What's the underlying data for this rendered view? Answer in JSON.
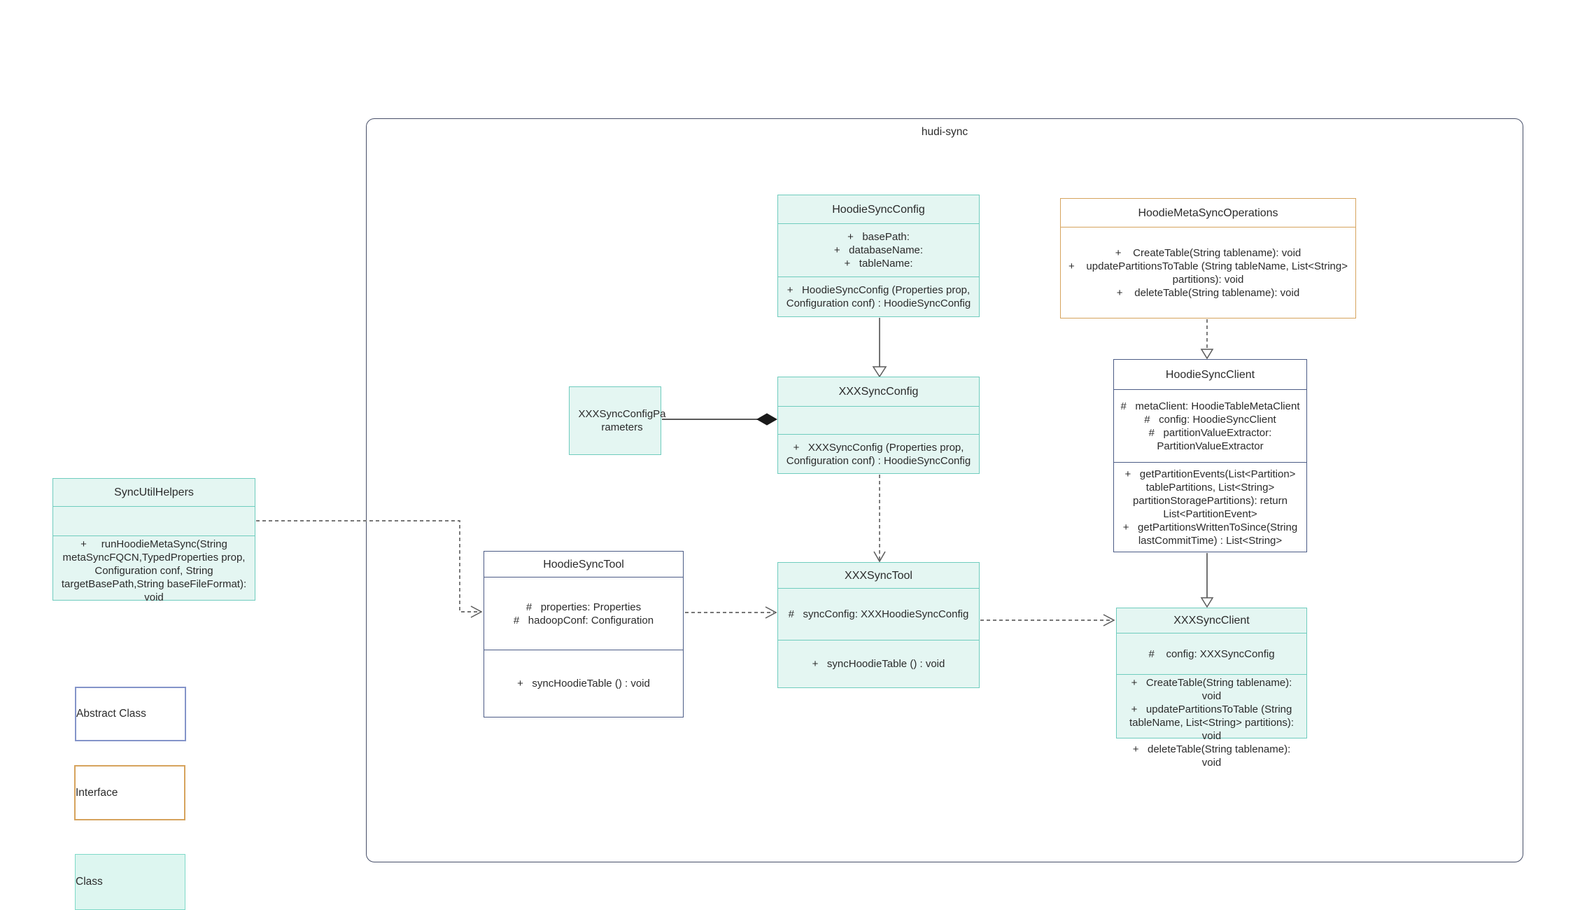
{
  "diagram": {
    "container_label": "hudi-sync",
    "colors": {
      "class_fill": "#e4f6f2",
      "class_border": "#6fccbe",
      "abstract_border": "#4c5c86",
      "interface_border": "#d6a35d",
      "legend_abstract_border": "#8494c9",
      "container_border": "#474f68",
      "dashed_line": "#767676",
      "solid_line": "#5a5a5a"
    },
    "classes": {
      "hoodieSyncConfig": {
        "title": "HoodieSyncConfig",
        "attr0": "+   basePath:",
        "attr1": "+   databaseName:",
        "attr2": "+   tableName:",
        "method0": "+   HoodieSyncConfig (Properties prop, Configuration conf) : HoodieSyncConfig"
      },
      "hoodieMetaSyncOperations": {
        "title": "HoodieMetaSyncOperations",
        "method0": "+    CreateTable(String tablename): void",
        "method1": "+    updatePartitionsToTable (String tableName, List<String> partitions): void",
        "method2": "+    deleteTable(String tablename): void"
      },
      "xxxSyncConfigParameters": {
        "title": "XXXSyncConfigParameters"
      },
      "xxxSyncConfig": {
        "title": "XXXSyncConfig",
        "method0": "+   XXXSyncConfig (Properties prop, Configuration conf) : HoodieSyncConfig"
      },
      "hoodieSyncClient": {
        "title": "HoodieSyncClient",
        "attr0": "#   metaClient: HoodieTableMetaClient",
        "attr1": "#   config: HoodieSyncClient",
        "attr2": "#   partitionValueExtractor: PartitionValueExtractor",
        "method0": "+   getPartitionEvents(List<Partition> tablePartitions, List<String> partitionStoragePartitions): return List<PartitionEvent>",
        "method1": "+   getPartitionsWrittenToSince(String lastCommitTime) : List<String>"
      },
      "syncUtilHelpers": {
        "title": "SyncUtilHelpers",
        "method0": "+     runHoodieMetaSync(String metaSyncFQCN,TypedProperties prop, Configuration conf, String targetBasePath,String baseFileFormat): void"
      },
      "hoodieSyncTool": {
        "title": "HoodieSyncTool",
        "attr0": "#   properties: Properties",
        "attr1": "#   hadoopConf: Configuration",
        "method0": "+   syncHoodieTable () : void"
      },
      "xxxSyncTool": {
        "title": "XXXSyncTool",
        "attr0": "#   syncConfig: XXXHoodieSyncConfig",
        "method0": "+   syncHoodieTable () : void"
      },
      "xxxSyncClient": {
        "title": "XXXSyncClient",
        "attr0": "#    config: XXXSyncConfig",
        "method0": "+   CreateTable(String tablename): void",
        "method1": "+   updatePartitionsToTable (String tableName, List<String> partitions): void",
        "method2": "+   deleteTable(String tablename): void"
      }
    },
    "legend": {
      "abstract": "Abstract Class",
      "interface": "Interface",
      "class": "Class"
    },
    "relations": [
      {
        "from": "HoodieSyncConfig",
        "to": "XXXSyncConfig",
        "type": "generalization-solid-hollow-triangle"
      },
      {
        "from": "HoodieMetaSyncOperations",
        "to": "HoodieSyncClient",
        "type": "realization-dashed-hollow-triangle"
      },
      {
        "from": "XXXSyncConfig",
        "to": "XXXSyncTool",
        "type": "dependency-dashed-open-arrow"
      },
      {
        "from": "HoodieSyncClient",
        "to": "XXXSyncClient",
        "type": "generalization-solid-hollow-triangle"
      },
      {
        "from": "HoodieSyncTool",
        "to": "XXXSyncTool",
        "type": "dependency-dashed-open-arrow"
      },
      {
        "from": "XXXSyncTool",
        "to": "XXXSyncClient",
        "type": "dependency-dashed-open-arrow"
      },
      {
        "from": "SyncUtilHelpers",
        "to": "HoodieSyncTool",
        "type": "dependency-dashed-open-arrow"
      },
      {
        "from": "XXXSyncConfigParameters",
        "to": "XXXSyncConfig",
        "type": "composition-filled-diamond"
      }
    ]
  }
}
